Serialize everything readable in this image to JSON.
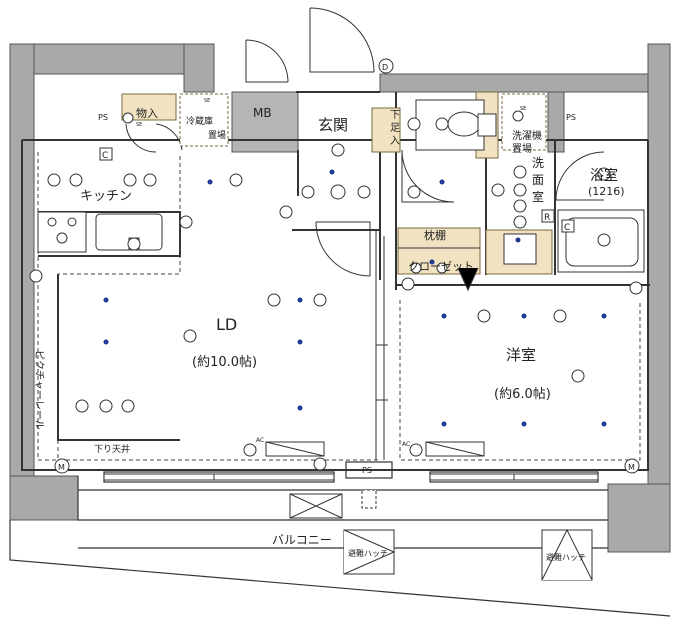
{
  "rooms": {
    "storage": "物入",
    "fridge": "冷蔵庫",
    "fridge_2": "置場",
    "mb": "MB",
    "entrance": "玄関",
    "shoe_1": "下",
    "shoe_2": "足",
    "shoe_3": "入",
    "washer": "洗濯機",
    "washer_2": "置場",
    "washroom": "洗",
    "washroom_2": "面",
    "washroom_3": "室",
    "bath": "浴室",
    "bath_size": "(1216)",
    "kitchen": "キッチン",
    "shelf": "枕棚",
    "closet": "クローゼット",
    "ld": "LD",
    "ld_size": "(約10.0帖)",
    "western": "洋室",
    "western_size": "(約6.0帖)",
    "picture_rail": "ピクチャーレール",
    "lowered_ceiling": "下り天井",
    "balcony": "バルコニー",
    "hatch_1": "避難ハッチ",
    "hatch_2": "避難ハッチ"
  },
  "symbols": {
    "ps_1": "PS",
    "ps_2": "PS",
    "ps_3": "PS",
    "d": "D",
    "c_1": "C",
    "c_2": "C",
    "r": "R",
    "m_1": "M",
    "m_2": "M",
    "ac_1": "AC",
    "ac_2": "AC",
    "se_1": "SE",
    "se_2": "SE",
    "se_3": "SE"
  }
}
